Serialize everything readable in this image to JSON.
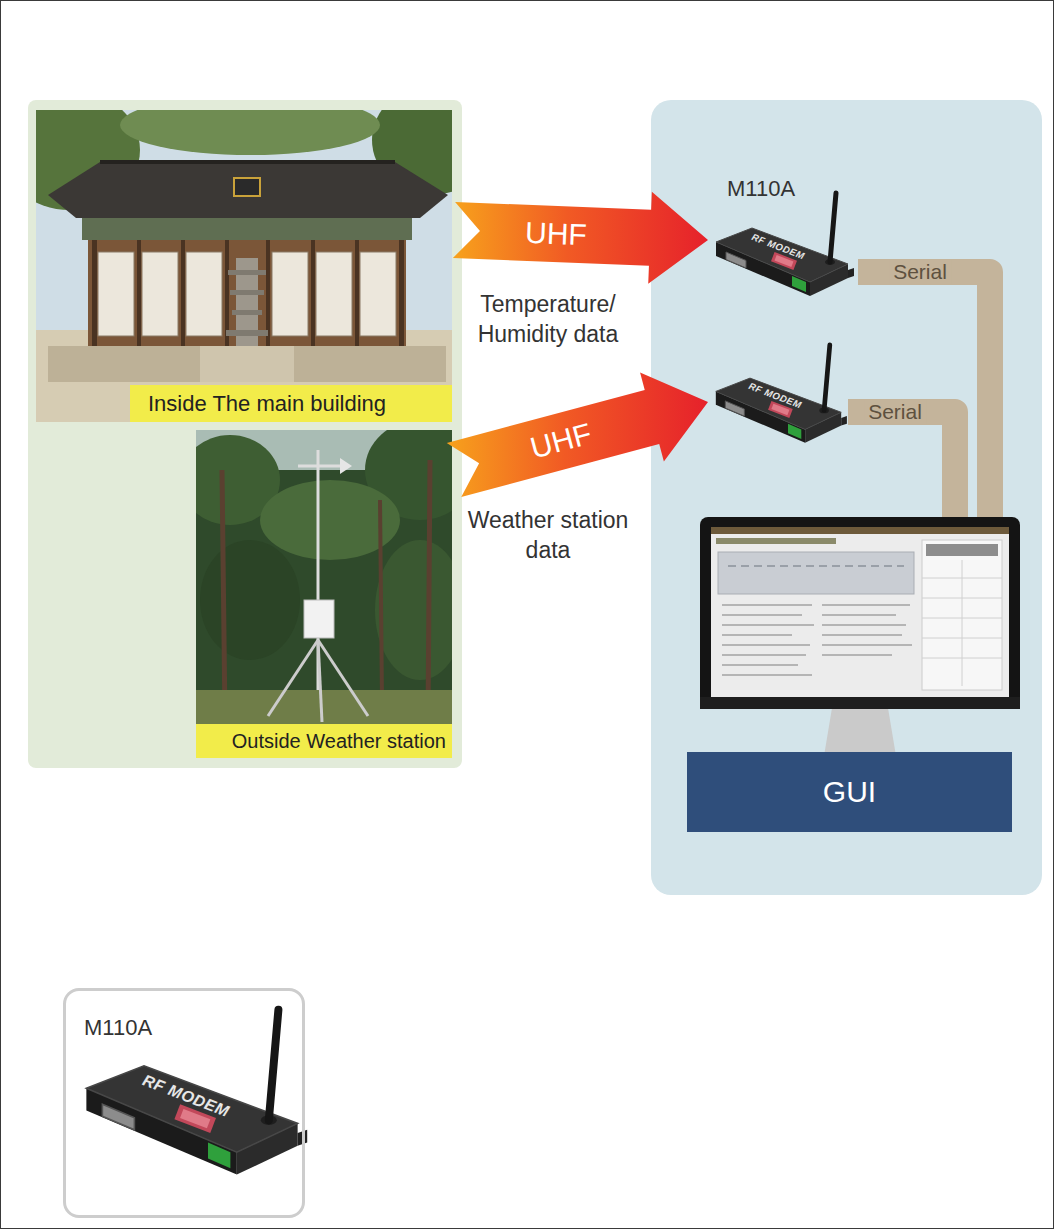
{
  "diagram": {
    "nodes": [
      {
        "text": [
          "Inside The main building"
        ]
      },
      {
        "text": [
          "Outside Weather station"
        ]
      },
      {
        "text": [
          "M110A",
          "RF MODEM"
        ]
      },
      {
        "text": [
          "RF MODEM"
        ]
      },
      {
        "text": [
          "GUI"
        ]
      },
      {
        "text": [
          "M110A",
          "RF MODEM"
        ]
      }
    ],
    "edges": [
      {
        "from": 0,
        "to": 2,
        "arrow": "to",
        "label": "UHF"
      },
      {
        "from": 1,
        "to": 3,
        "arrow": "to",
        "label": "UHF"
      },
      {
        "from": 2,
        "to": 4,
        "arrow": "none",
        "label": "Serial"
      },
      {
        "from": 3,
        "to": 4,
        "arrow": "none",
        "label": "Serial"
      }
    ],
    "labels": [
      "Temperature/ Humidity data",
      "Weather station data"
    ]
  }
}
